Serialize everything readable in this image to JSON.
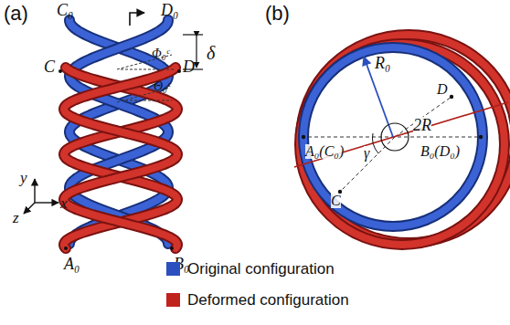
{
  "diagram": {
    "labels": [
      "(a)",
      "(b)",
      "C₀",
      "D₀",
      "δ",
      "C",
      "D",
      "Φ₀ᶜ",
      "Θ₀ᶜ",
      "y",
      "x",
      "z",
      "A₀",
      "B₀",
      "R₀",
      "D",
      "A₀(C₀)",
      "2R",
      "γ",
      "B₀(D₀)",
      "C"
    ],
    "legend": [
      {
        "text": "Original configuration",
        "color": "#2b4fbf"
      },
      {
        "text": "Deformed configuration",
        "color": "#c0221c"
      }
    ]
  }
}
